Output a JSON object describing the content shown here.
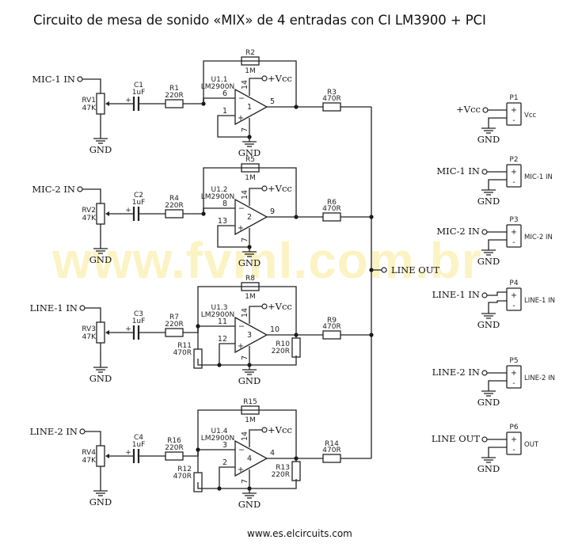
{
  "title": "Circuito de mesa de sonido «MIX» de 4 entradas con CI LM3900 + PCI",
  "footer": "www.es.elcircuits.com",
  "watermark": "www.fvml.com.br",
  "colors": {
    "wire": "#222222",
    "watermark": "#fcf3c4",
    "background": "#ffffff"
  },
  "channels": [
    {
      "input": "MIC-1 IN",
      "pot": {
        "ref": "RV1",
        "value": "47K"
      },
      "cap": {
        "ref": "C1",
        "value": "1uF"
      },
      "rin": {
        "ref": "R1",
        "value": "220R"
      },
      "rf": {
        "ref": "R2",
        "value": "1M"
      },
      "opamp": {
        "ref": "U1.1",
        "part": "LM2900N",
        "unit": "1",
        "pin_inv": "6",
        "pin_noninv": "1",
        "pin_out": "5",
        "pin_vcc": "14",
        "pin_gnd": "7"
      },
      "rout": {
        "ref": "R3",
        "value": "470R"
      },
      "vcc": "+Vcc",
      "gnd": "GND"
    },
    {
      "input": "MIC-2 IN",
      "pot": {
        "ref": "RV2",
        "value": "47K"
      },
      "cap": {
        "ref": "C2",
        "value": "1uF"
      },
      "rin": {
        "ref": "R4",
        "value": "220R"
      },
      "rf": {
        "ref": "R5",
        "value": "1M"
      },
      "opamp": {
        "ref": "U1.2",
        "part": "LM2900N",
        "unit": "2",
        "pin_inv": "8",
        "pin_noninv": "13",
        "pin_out": "9",
        "pin_vcc": "14",
        "pin_gnd": "7"
      },
      "rout": {
        "ref": "R6",
        "value": "470R"
      },
      "vcc": "+Vcc",
      "gnd": "GND"
    },
    {
      "input": "LINE-1 IN",
      "pot": {
        "ref": "RV3",
        "value": "47K"
      },
      "cap": {
        "ref": "C3",
        "value": "1uF"
      },
      "rin": {
        "ref": "R7",
        "value": "220R"
      },
      "rf": {
        "ref": "R8",
        "value": "1M"
      },
      "opamp": {
        "ref": "U1.3",
        "part": "LM2900N",
        "unit": "3",
        "pin_inv": "11",
        "pin_noninv": "12",
        "pin_out": "10",
        "pin_vcc": "14",
        "pin_gnd": "7"
      },
      "rout": {
        "ref": "R9",
        "value": "470R"
      },
      "rshunt_in": {
        "ref": "R11",
        "value": "470R"
      },
      "rshunt_out": {
        "ref": "R10",
        "value": "220R"
      },
      "vcc": "+Vcc",
      "gnd": "GND"
    },
    {
      "input": "LINE-2 IN",
      "pot": {
        "ref": "RV4",
        "value": "47K"
      },
      "cap": {
        "ref": "C4",
        "value": "1uF"
      },
      "rin": {
        "ref": "R16",
        "value": "220R"
      },
      "rf": {
        "ref": "R15",
        "value": "1M"
      },
      "opamp": {
        "ref": "U1.4",
        "part": "LM2900N",
        "unit": "4",
        "pin_inv": "3",
        "pin_noninv": "2",
        "pin_out": "4",
        "pin_vcc": "14",
        "pin_gnd": "7"
      },
      "rout": {
        "ref": "R14",
        "value": "470R"
      },
      "rshunt_in": {
        "ref": "R12",
        "value": "470R"
      },
      "rshunt_out": {
        "ref": "R13",
        "value": "220R"
      },
      "vcc": "+Vcc",
      "gnd": "GND"
    }
  ],
  "output": {
    "label": "LINE OUT"
  },
  "connectors": [
    {
      "ref": "P1",
      "net": "+Vcc",
      "label": "Vcc",
      "gnd": "GND"
    },
    {
      "ref": "P2",
      "net": "MIC-1 IN",
      "label": "MIC-1 IN",
      "gnd": "GND"
    },
    {
      "ref": "P3",
      "net": "MIC-2 IN",
      "label": "MIC-2 IN",
      "gnd": "GND"
    },
    {
      "ref": "P4",
      "net": "LINE-1 IN",
      "label": "LINE-1 IN",
      "gnd": "GND"
    },
    {
      "ref": "P5",
      "net": "LINE-2 IN",
      "label": "LINE-2 IN",
      "gnd": "GND"
    },
    {
      "ref": "P6",
      "net": "LINE OUT",
      "label": "OUT",
      "gnd": "GND"
    }
  ],
  "pin_plus": "+",
  "pin_minus": "-",
  "cap_plus": "+",
  "opamp_minus": "−",
  "opamp_plus": "+"
}
